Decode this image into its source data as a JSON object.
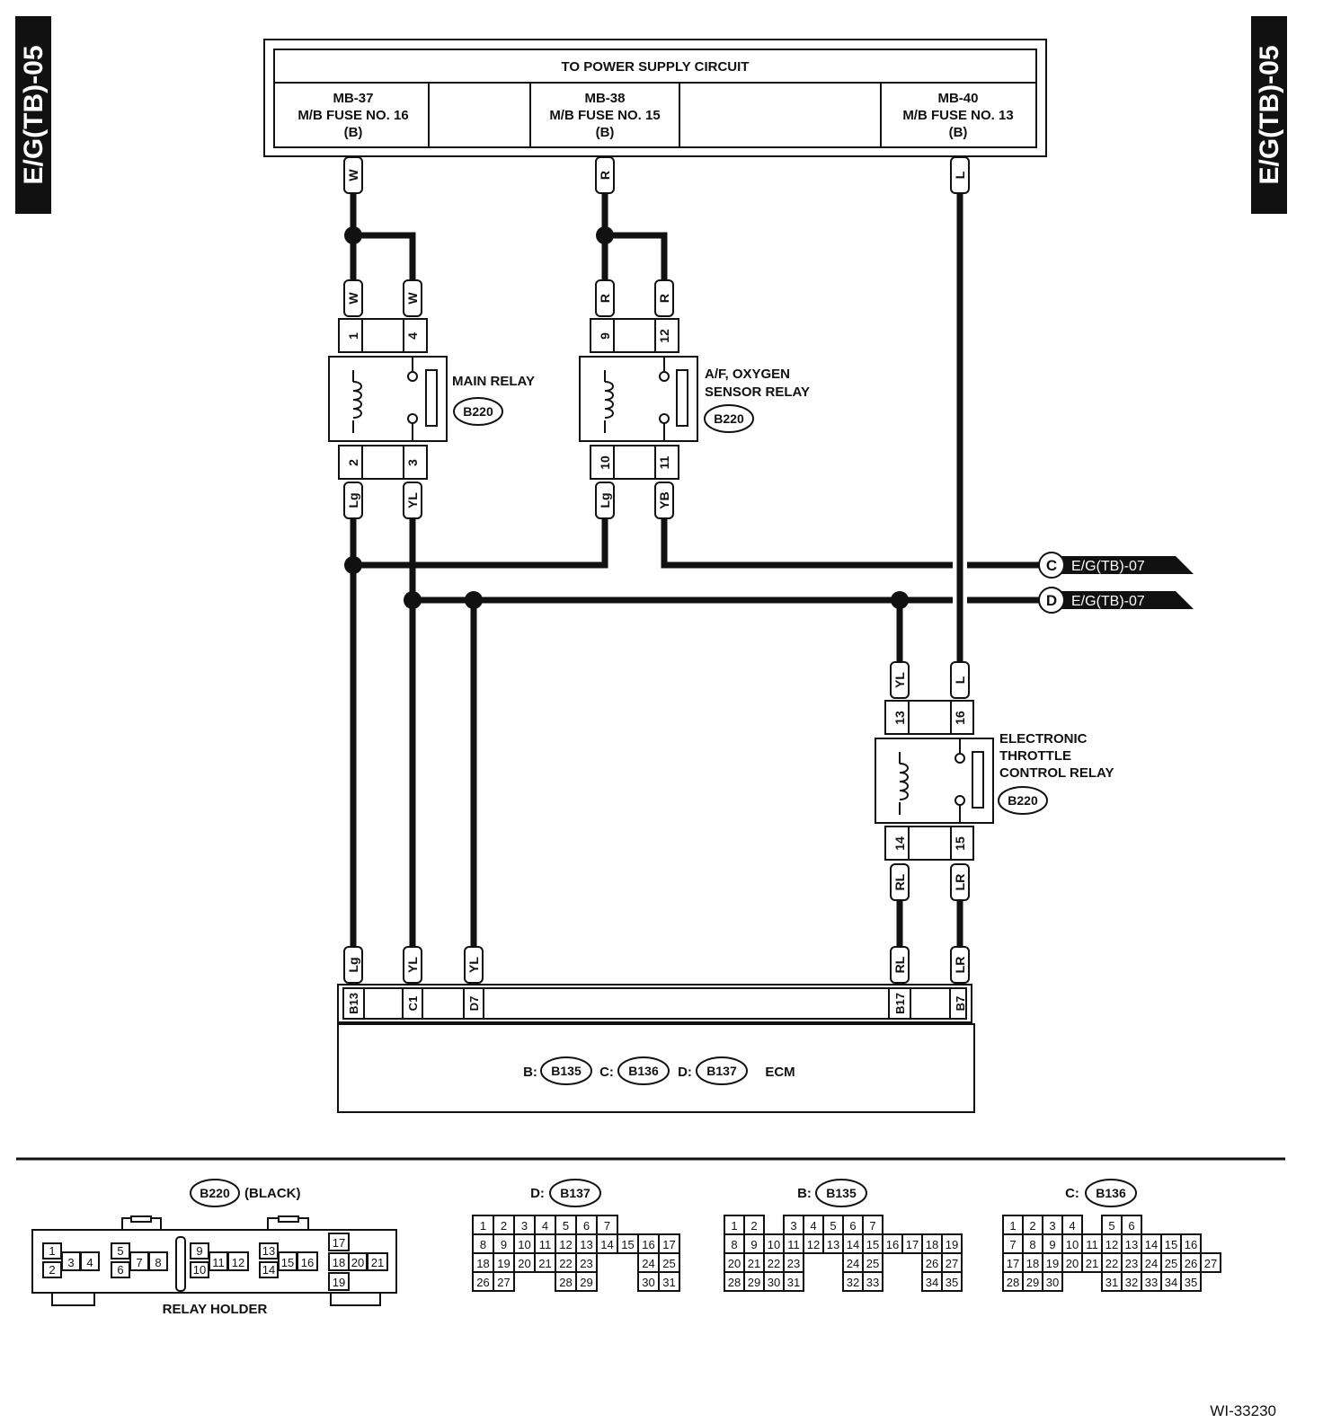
{
  "side_tab": "E/G(TB)-05",
  "power": {
    "header": "TO POWER SUPPLY CIRCUIT",
    "fuses": [
      {
        "line1": "MB-37",
        "line2": "M/B FUSE NO. 16",
        "line3": "(B)"
      },
      {
        "line1": "MB-38",
        "line2": "M/B FUSE NO. 15",
        "line3": "(B)"
      },
      {
        "line1": "MB-40",
        "line2": "M/B FUSE NO. 13",
        "line3": "(B)"
      }
    ]
  },
  "wire_colors": {
    "w": "W",
    "r": "R",
    "l": "L",
    "lg": "Lg",
    "yl": "YL",
    "yb": "YB",
    "rl": "RL",
    "lr": "LR"
  },
  "relays": {
    "main": {
      "line1": "MAIN RELAY",
      "line2": "",
      "connector": "B220",
      "pins": [
        "1",
        "4",
        "2",
        "3"
      ]
    },
    "af": {
      "line1": "A/F, OXYGEN",
      "line2": "SENSOR RELAY",
      "connector": "B220",
      "pins": [
        "9",
        "12",
        "10",
        "11"
      ]
    },
    "etc": {
      "line1": "ELECTRONIC",
      "line2": "THROTTLE",
      "line3": "CONTROL RELAY",
      "connector": "B220",
      "pins": [
        "13",
        "16",
        "14",
        "15"
      ]
    }
  },
  "refs": [
    {
      "letter": "C",
      "text": "E/G(TB)-07"
    },
    {
      "letter": "D",
      "text": "E/G(TB)-07"
    }
  ],
  "ecm": {
    "pins": [
      "B13",
      "C1",
      "D7",
      "B17",
      "B7"
    ],
    "b_prefix": "B:",
    "b_conn": "B135",
    "c_prefix": "C:",
    "c_conn": "B136",
    "d_prefix": "D:",
    "d_conn": "B137",
    "label": "ECM"
  },
  "relay_holder": {
    "connector": "B220",
    "color": "(BLACK)",
    "label": "RELAY HOLDER",
    "cells": [
      "1",
      "2",
      "3",
      "4",
      "5",
      "6",
      "7",
      "8",
      "9",
      "10",
      "11",
      "12",
      "13",
      "14",
      "15",
      "16",
      "17",
      "18",
      "19",
      "20",
      "21"
    ]
  },
  "pinouts": {
    "b137": {
      "prefix": "D:",
      "connector": "B137",
      "rows": [
        [
          "1",
          "2",
          "3",
          "4",
          "5",
          "6",
          "7"
        ],
        [
          "8",
          "9",
          "10",
          "11",
          "12",
          "13",
          "14",
          "15",
          "16",
          "17"
        ],
        [
          "18",
          "19",
          "20",
          "21",
          "22",
          "23",
          "",
          "",
          "24",
          "25"
        ],
        [
          "26",
          "27",
          "",
          "",
          "28",
          "29",
          "",
          "",
          "30",
          "31"
        ]
      ]
    },
    "b135": {
      "prefix": "B:",
      "connector": "B135",
      "rows": [
        [
          "1",
          "2",
          "",
          "3",
          "4",
          "5",
          "6",
          "7"
        ],
        [
          "8",
          "9",
          "10",
          "11",
          "12",
          "13",
          "14",
          "15",
          "16",
          "17",
          "18",
          "19"
        ],
        [
          "20",
          "21",
          "22",
          "23",
          "",
          "",
          "24",
          "25",
          "",
          "",
          "26",
          "27"
        ],
        [
          "28",
          "29",
          "30",
          "31",
          "",
          "",
          "32",
          "33",
          "",
          "",
          "34",
          "35"
        ]
      ]
    },
    "b136": {
      "prefix": "C:",
      "connector": "B136",
      "rows": [
        [
          "1",
          "2",
          "3",
          "4",
          "",
          "5",
          "6"
        ],
        [
          "7",
          "8",
          "9",
          "10",
          "11",
          "12",
          "13",
          "14",
          "15",
          "16"
        ],
        [
          "17",
          "18",
          "19",
          "20",
          "21",
          "22",
          "23",
          "24",
          "25",
          "26",
          "27"
        ],
        [
          "28",
          "29",
          "30",
          "",
          "",
          "31",
          "32",
          "33",
          "34",
          "35"
        ]
      ]
    }
  },
  "figure_id": "WI-33230"
}
